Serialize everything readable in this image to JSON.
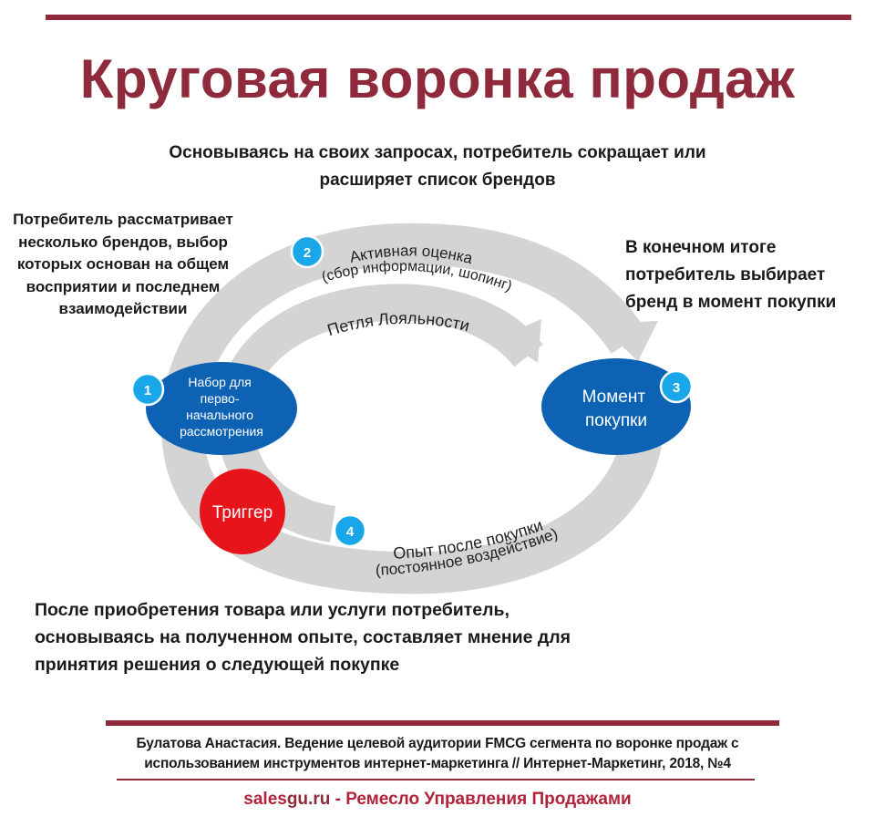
{
  "title": "Круговая воронка продаж",
  "notes": {
    "top": "Основываясь на своих запросах, потребитель сокращает или расширяет список брендов",
    "left": "Потребитель рассматривает несколько брендов, выбор которых основан на общем восприятии и последнем взаимодействии",
    "right": "В конечном итоге потребитель выбирает бренд в момент покупки",
    "bottom": "После приобретения товара или услуги потребитель, основываясь на полученном опыте, составляет мнение для принятия решения о следующей покупке"
  },
  "diagram": {
    "stage1": {
      "number": "1",
      "lines": [
        "Набор для",
        "перво-",
        "начального",
        "рассмотрения"
      ]
    },
    "stage2": {
      "number": "2",
      "line1": "Активная оценка",
      "line2": "(сбор информации, шопинг)"
    },
    "stage3": {
      "number": "3",
      "lines": [
        "Момент",
        "покупки"
      ]
    },
    "stage4": {
      "number": "4",
      "line1": "Опыт после покупки",
      "line2": "(постоянное воздействие)"
    },
    "trigger": "Триггер",
    "loyalty_loop": "Петля Лояльности",
    "colors": {
      "oval_blue": "#0d62b4",
      "badge_cyan": "#1aa7ea",
      "trigger_red": "#e8141b",
      "ring_gray": "#d4d4d4",
      "accent_burgundy": "#8e2a3b"
    }
  },
  "citation": {
    "line1": "Булатова Анастасия. Ведение целевой аудитории FMCG сегмента по воронке продаж с",
    "line2": "использованием инструментов интернет-маркетинга // Интернет-Маркетинг, 2018, №4"
  },
  "footer": {
    "site_prefix": "sales",
    "site_suffix": "gu.ru",
    "tagline": " - Ремесло Управления Продажами"
  }
}
